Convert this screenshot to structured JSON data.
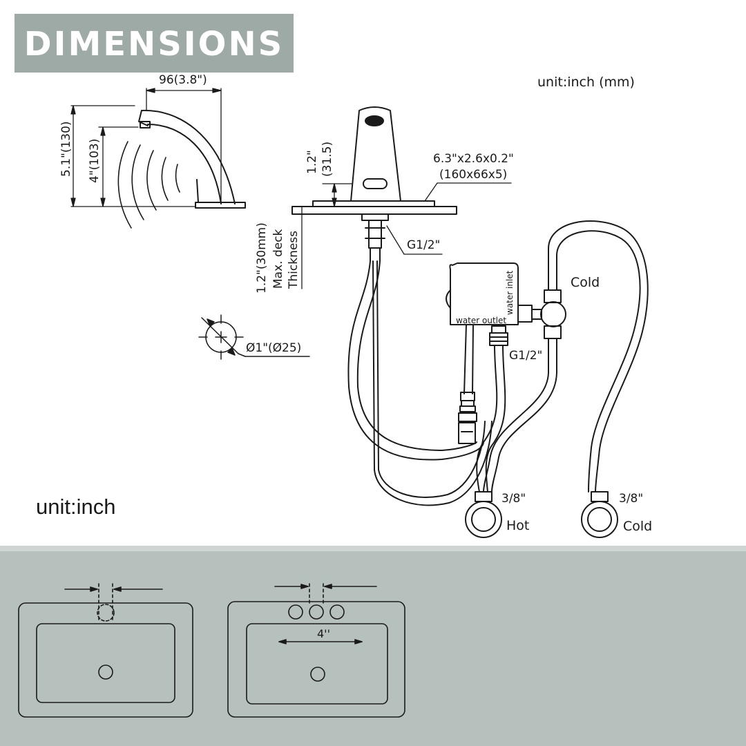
{
  "header": {
    "title": "DIMENSIONS"
  },
  "units": {
    "top_right": "unit:inch (mm)",
    "left": "unit:inch"
  },
  "spout": {
    "reach": "96(3.8\")",
    "height_total": "5.1\"(130)",
    "height_outlet": "4\"(103)"
  },
  "faucet": {
    "sensor_height": "1.2\"",
    "sensor_height_mm": "(31.5)",
    "base_plate": "6.3\"x2.6x0.2\"",
    "base_plate_mm": "(160x66x5)",
    "thread_top": "G1/2\""
  },
  "deck": {
    "max": "1.2\"(30mm)",
    "line2": "Max. deck",
    "line3": "Thickness"
  },
  "hole": {
    "diameter": "Ø1\"(Ø25)"
  },
  "valve_box": {
    "water_inlet": "water inlet",
    "water_outlet": "water outlet",
    "thread_outlet": "G1/2\""
  },
  "supply": {
    "cold_tee": "Cold",
    "hot_size": "3/8\"",
    "hot": "Hot",
    "cold_size": "3/8\"",
    "cold": "Cold"
  },
  "sink_layout": {
    "spacing": "4''"
  }
}
